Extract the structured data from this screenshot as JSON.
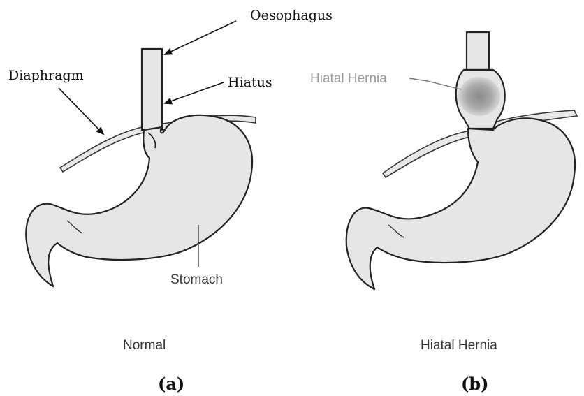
{
  "panel_a": {
    "labels": {
      "oesophagus": "Oesophagus",
      "diaphragm": "Diaphragm",
      "hiatus": "Hiatus",
      "stomach": "Stomach"
    },
    "caption": "Normal",
    "tag": "(a)"
  },
  "panel_b": {
    "labels": {
      "hiatal_hernia": "Hiatal Hernia"
    },
    "caption": "Hiatal Hernia",
    "tag": "(b)"
  }
}
